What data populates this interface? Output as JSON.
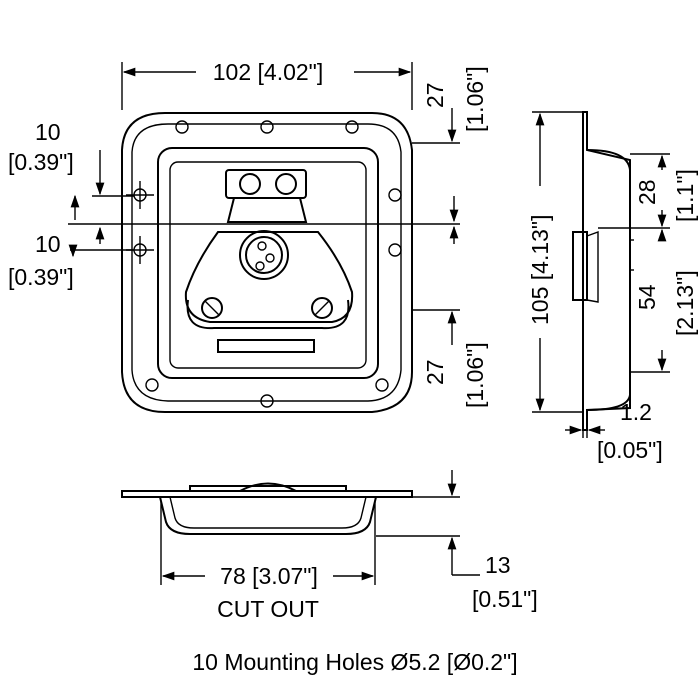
{
  "dimensions": {
    "width_top": "102 [4.02\"]",
    "top_offset_mm": "27",
    "top_offset_in": "[1.06\"]",
    "hole_spacing_mm": "10",
    "hole_spacing_in": "[0.39\"]",
    "hole_spacing2_mm": "10",
    "hole_spacing2_in": "[0.39\"]",
    "bottom_offset_mm": "27",
    "bottom_offset_in": "[1.06\"]",
    "height_side": "105 [4.13\"]",
    "side_upper_mm": "28",
    "side_upper_in": "[1.1\"]",
    "side_lower_mm": "54",
    "side_lower_in": "[2.13\"]",
    "flange_mm": "1.2",
    "flange_in": "[0.05\"]",
    "cutout": "78 [3.07\"]",
    "cutout_label": "CUT OUT",
    "depth_mm": "13",
    "depth_in": "[0.51\"]"
  },
  "caption": "10 Mounting Holes Ø5.2 [Ø0.2\"]"
}
